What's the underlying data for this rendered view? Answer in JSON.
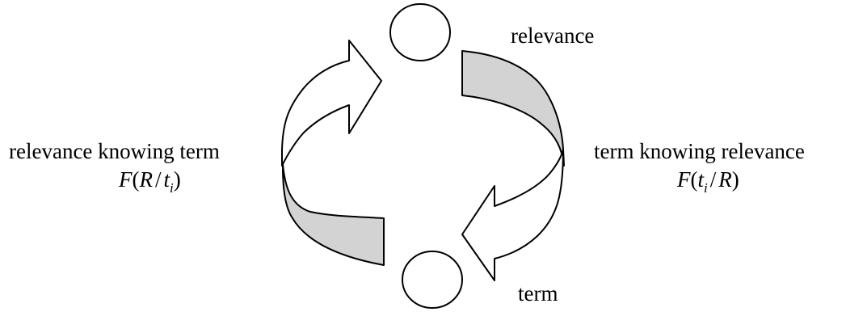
{
  "nodes": {
    "relevance": {
      "label": "relevance"
    },
    "term": {
      "label": "term"
    }
  },
  "left_edge": {
    "label": "relevance knowing term",
    "formula": {
      "func": "F",
      "open": "(",
      "var_a": "R",
      "sep": "/",
      "var_b": "t",
      "var_b_sub": "i",
      "close": ")"
    }
  },
  "right_edge": {
    "label": "term knowing relevance",
    "formula": {
      "func": "F",
      "open": "(",
      "var_a": "t",
      "var_a_sub": "i",
      "sep": "/",
      "var_b": "R",
      "close": ")"
    }
  },
  "colors": {
    "stroke": "#000000",
    "band_fill": "#d3d3d3",
    "background": "#ffffff"
  }
}
